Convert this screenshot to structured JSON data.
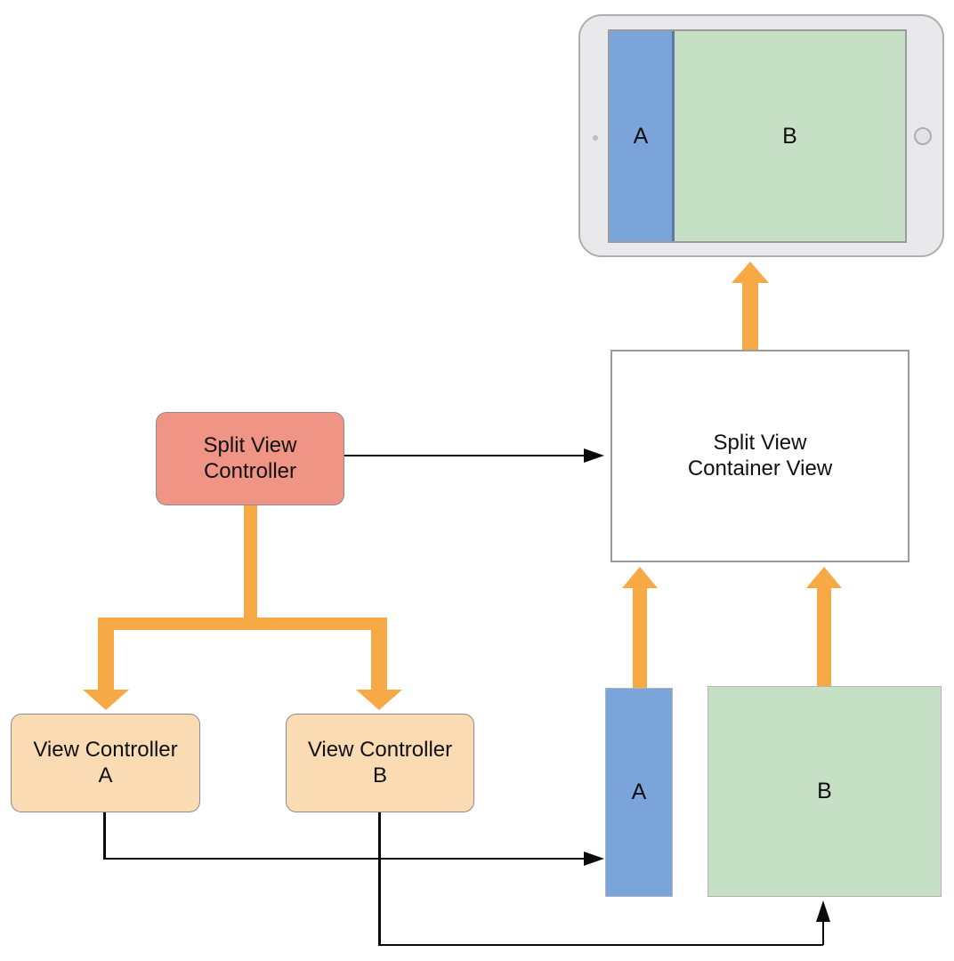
{
  "diagram": {
    "background": "#ffffff",
    "colors": {
      "orange": "#F6A944",
      "salmon": "#F09486",
      "peach": "#FADBB4",
      "blue": "#7BA4DA",
      "green": "#C6E0C6",
      "box_border_gray": "#9B9B9D",
      "rounded_box_border": "#8C8C8C",
      "ipad_body": "#E9E9EB",
      "ipad_border": "#AEAEB0",
      "screen_divider": "#5F79A4",
      "view_rect_border": "#B4B4B6",
      "line_black": "#0b0b0b"
    },
    "ipad": {
      "sidebar_label": "A",
      "content_label": "B"
    },
    "boxes": {
      "split_view_controller": {
        "lines": [
          "Split View",
          "Controller"
        ]
      },
      "container_view": {
        "lines": [
          "Split View",
          "Container View"
        ]
      },
      "view_controller_a": {
        "lines": [
          "View Controller",
          "A"
        ]
      },
      "view_controller_b": {
        "lines": [
          "View Controller",
          "B"
        ]
      }
    },
    "views": {
      "a_label": "A",
      "b_label": "B"
    }
  }
}
